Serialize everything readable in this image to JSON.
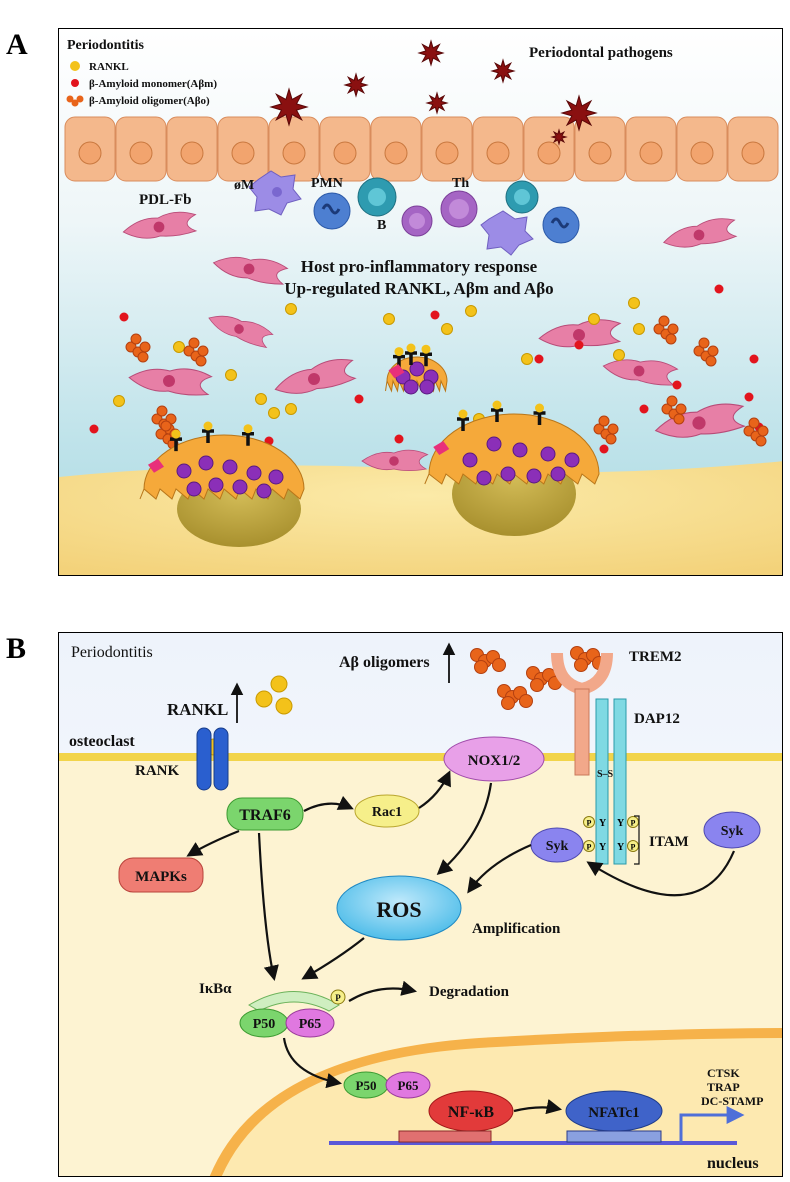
{
  "panel_a": {
    "letter": "A",
    "title": "Periodontitis",
    "legend": [
      {
        "label": "RANKL",
        "color": "#f3c21a"
      },
      {
        "label": "β-Amyloid monomer(Aβm)",
        "color": "#e2141d"
      },
      {
        "label": "β-Amyloid oligomer(Aβo)",
        "color": "#e8641a"
      }
    ],
    "pathogens_label": "Periodontal pathogens",
    "cells": {
      "fibroblast": "PDL-Fb",
      "macrophage": "øM",
      "neutrophil": "PMN",
      "b_cell": "B",
      "t_cell": "Th"
    },
    "response_line1": "Host pro-inflammatory response",
    "response_line2": "Up-regulated RANKL, Aβm and Aβo"
  },
  "panel_b": {
    "letter": "B",
    "title": "Periodontitis",
    "rankl": "RANKL",
    "ab_oligomers": "Aβ oligomers",
    "trem2": "TREM2",
    "osteoclast": "osteoclast",
    "dap12": "DAP12",
    "rank": "RANK",
    "traf6": "TRAF6",
    "rac1": "Rac1",
    "nox": "NOX1/2",
    "ss": "S–S",
    "itam": "ITAM",
    "syk_left": "Syk",
    "syk_right": "Syk",
    "mapks": "MAPKs",
    "ros": "ROS",
    "amplification": "Amplification",
    "ikba": "IκBα",
    "degradation": "Degradation",
    "p50": "P50",
    "p65": "P65",
    "p50_nuc": "P50",
    "p65_nuc": "P65",
    "nfkb": "NF-κB",
    "nfatc1": "NFATc1",
    "genes": [
      "CTSK",
      "TRAP",
      "DC-STAMP"
    ],
    "nucleus": "nucleus",
    "phospho": "P",
    "tyr": "Y"
  }
}
